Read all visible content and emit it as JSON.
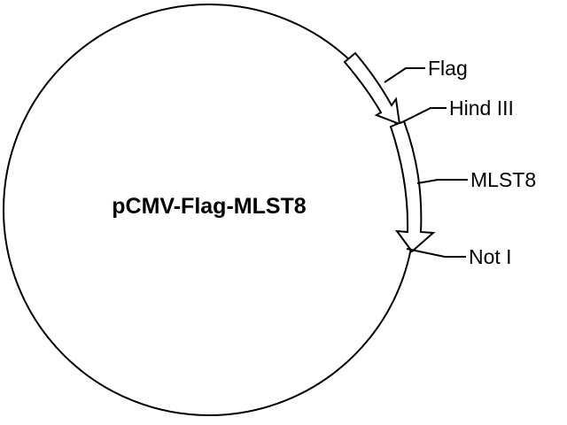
{
  "plasmid": {
    "name": "pCMV-Flag-MLST8"
  },
  "features": {
    "flag": "Flag",
    "mlst8": "MLST8"
  },
  "sites": {
    "hind3": "Hind III",
    "not1": "Not I"
  },
  "colors": {
    "stroke": "#000000",
    "background": "#ffffff"
  }
}
